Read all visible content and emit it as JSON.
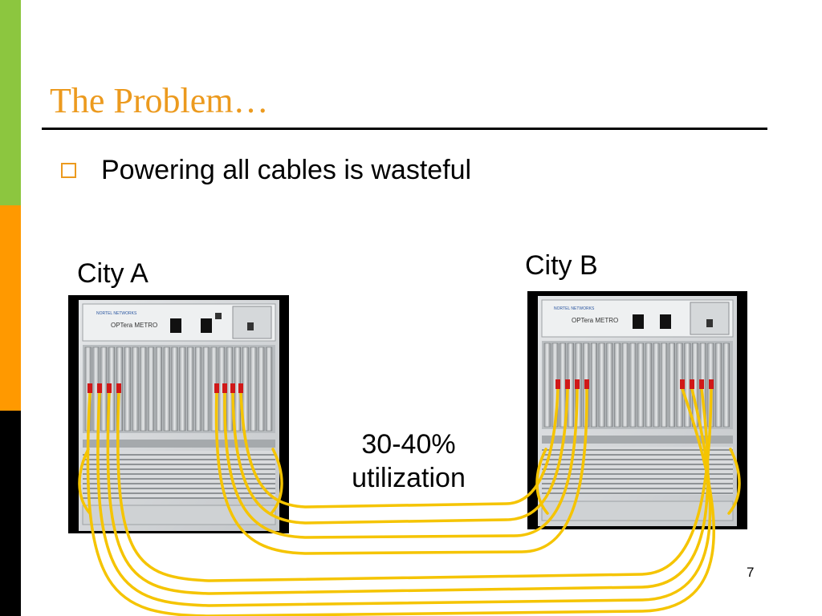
{
  "slide": {
    "title": "The Problem…",
    "bullet": "Powering all cables is wasteful",
    "city_a": "City A",
    "city_b": "City B",
    "utilization_line1": "30-40%",
    "utilization_line2": "utilization",
    "page_number": "7"
  },
  "equipment": {
    "brand_text": "OPTera METRO",
    "maker_text": "NORTEL NETWORKS"
  },
  "colors": {
    "accent_green": "#8cc63f",
    "accent_orange": "#ff9900",
    "title_orange": "#ec9a1e",
    "cable_yellow": "#f5c400",
    "connector_red": "#d01818"
  },
  "icons": {
    "bullet": "hollow-square-bullet-icon"
  }
}
